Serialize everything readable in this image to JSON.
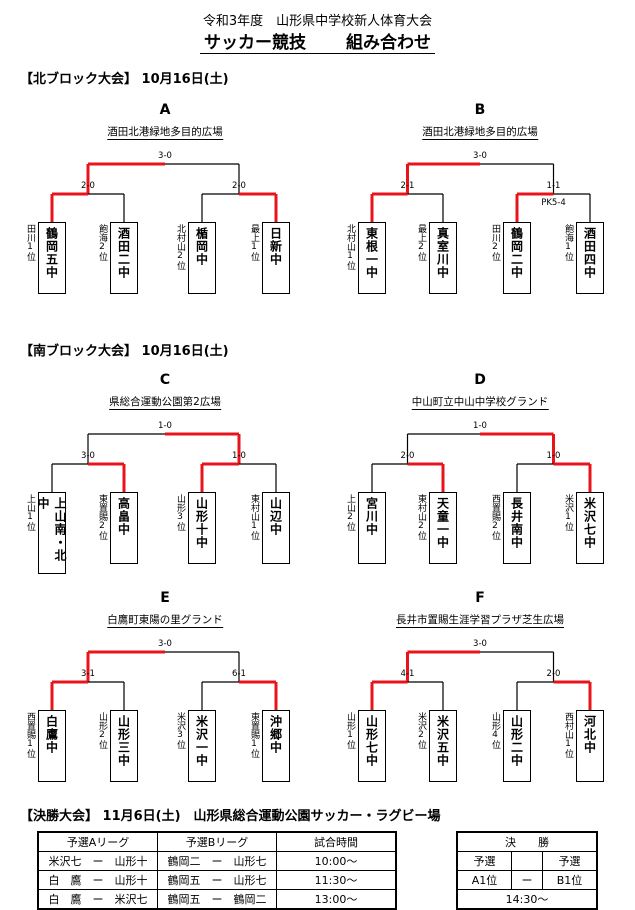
{
  "header": {
    "line1": "令和3年度　山形県中学校新人体育大会",
    "line2": "サッカー競技　　 組み合わせ"
  },
  "sections": {
    "north": "【北ブロック大会】 10月16日(土)",
    "south": "【南ブロック大会】 10月16日(土)",
    "final": "【決勝大会】 11月6日(土)　山形県総合運動公園サッカー・ラグビー場"
  },
  "brackets": {
    "A": {
      "letter": "A",
      "venue": "酒田北港緑地多目的広場",
      "final_score": "3-0",
      "semi_left": "2-0",
      "semi_right": "2-0",
      "pk": "",
      "teams": [
        {
          "name": "鶴岡五中",
          "seed": "田川1位"
        },
        {
          "name": "酒田二中",
          "seed": "飽海2位"
        },
        {
          "name": "楯岡中",
          "seed": "北村山2位"
        },
        {
          "name": "日新中",
          "seed": "最上1位"
        }
      ]
    },
    "B": {
      "letter": "B",
      "venue": "酒田北港緑地多目的広場",
      "final_score": "3-0",
      "semi_left": "2-1",
      "semi_right": "1-1",
      "pk": "PK5-4",
      "teams": [
        {
          "name": "東根一中",
          "seed": "北村山1位"
        },
        {
          "name": "真室川中",
          "seed": "最上2位"
        },
        {
          "name": "鶴岡二中",
          "seed": "田川2位"
        },
        {
          "name": "酒田四中",
          "seed": "飽海1位"
        }
      ]
    },
    "C": {
      "letter": "C",
      "venue": "県総合運動公園第2広場",
      "final_score": "1-0",
      "semi_left": "3-0",
      "semi_right": "1-0",
      "pk": "",
      "teams": [
        {
          "name": "上山南・北中",
          "seed": "上山1位"
        },
        {
          "name": "高畠中",
          "seed": "東置賜2位"
        },
        {
          "name": "山形十中",
          "seed": "山形3位"
        },
        {
          "name": "山辺中",
          "seed": "東村山1位"
        }
      ]
    },
    "D": {
      "letter": "D",
      "venue": "中山町立中山中学校グランド",
      "final_score": "1-0",
      "semi_left": "2-0",
      "semi_right": "1-0",
      "pk": "",
      "teams": [
        {
          "name": "宮川中",
          "seed": "上山2位"
        },
        {
          "name": "天童一中",
          "seed": "東村山2位"
        },
        {
          "name": "長井南中",
          "seed": "西置賜2位"
        },
        {
          "name": "米沢七中",
          "seed": "米沢1位"
        }
      ]
    },
    "E": {
      "letter": "E",
      "venue": "白鷹町東陽の里グランド",
      "final_score": "3-0",
      "semi_left": "3-1",
      "semi_right": "6-1",
      "pk": "",
      "teams": [
        {
          "name": "白鷹中",
          "seed": "西置賜1位"
        },
        {
          "name": "山形三中",
          "seed": "山形2位"
        },
        {
          "name": "米沢一中",
          "seed": "米沢3位"
        },
        {
          "name": "沖郷中",
          "seed": "東置賜1位"
        }
      ]
    },
    "F": {
      "letter": "F",
      "venue": "長井市置賜生涯学習プラザ芝生広場",
      "final_score": "3-0",
      "semi_left": "4-1",
      "semi_right": "2-0",
      "pk": "",
      "teams": [
        {
          "name": "山形七中",
          "seed": "山形1位"
        },
        {
          "name": "米沢五中",
          "seed": "米沢2位"
        },
        {
          "name": "山形二中",
          "seed": "山形4位"
        },
        {
          "name": "河北中",
          "seed": "西村山1位"
        }
      ]
    }
  },
  "schedule": {
    "headers": [
      "予選Aリーグ",
      "予選Bリーグ",
      "試合時間"
    ],
    "rows": [
      [
        "米沢七　ー　山形十",
        "鶴岡二　ー　山形七",
        "10:00～"
      ],
      [
        "白　鷹　ー　山形十",
        "鶴岡五　ー　山形七",
        "11:30～"
      ],
      [
        "白　鷹　ー　米沢七",
        "鶴岡五　ー　鶴岡二",
        "13:00～"
      ]
    ]
  },
  "final_match": {
    "title": "決　　勝",
    "left_label": "予選",
    "right_label": "予選",
    "left_seed": "A1位",
    "dash": "ー",
    "right_seed": "B1位",
    "time": "14:30～"
  }
}
